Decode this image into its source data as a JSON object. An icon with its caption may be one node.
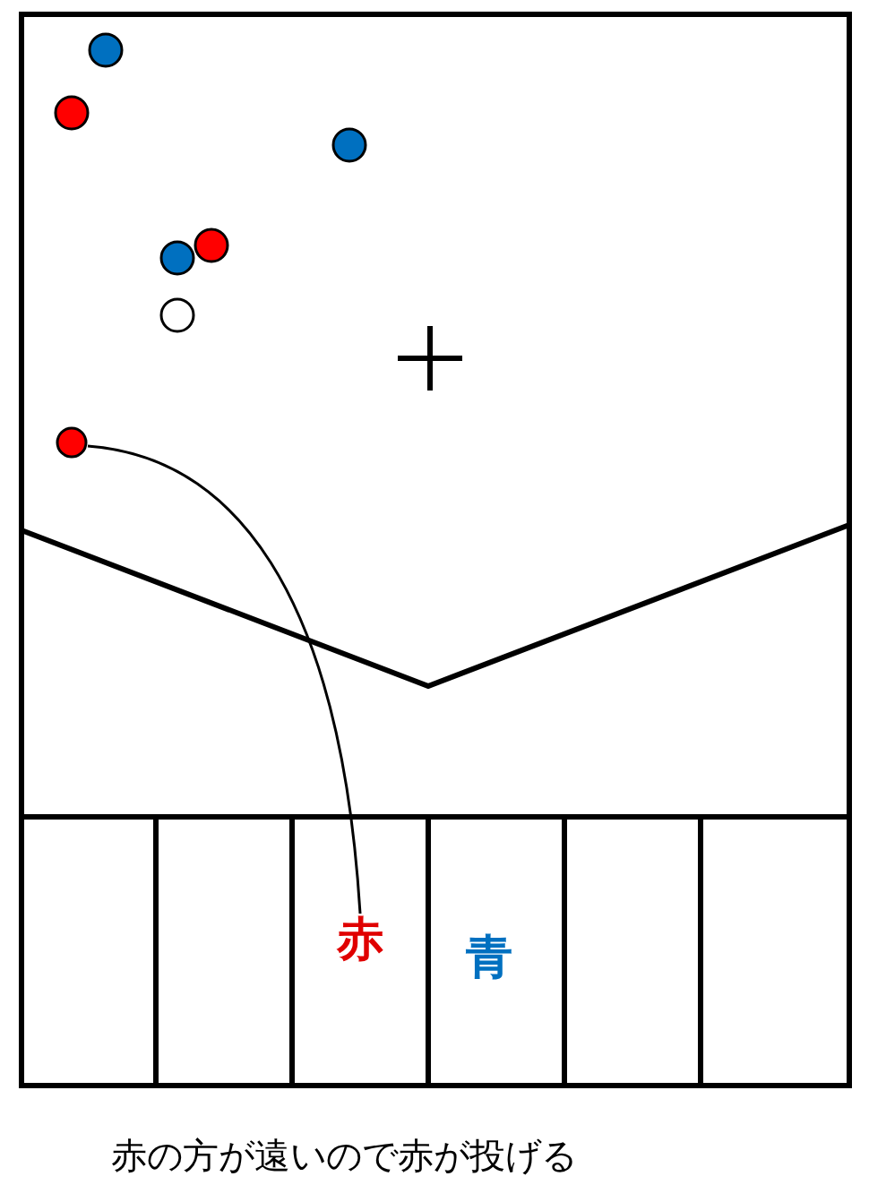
{
  "diagram": {
    "caption": "赤の方が遠いので赤が投げる",
    "nodes": [
      {
        "text": [],
        "shape": "circle"
      },
      {
        "text": [
          "赤"
        ]
      }
    ],
    "edges": [
      {
        "from": 1,
        "to": 0,
        "arrow": "none"
      }
    ],
    "labels": [
      "青"
    ]
  }
}
